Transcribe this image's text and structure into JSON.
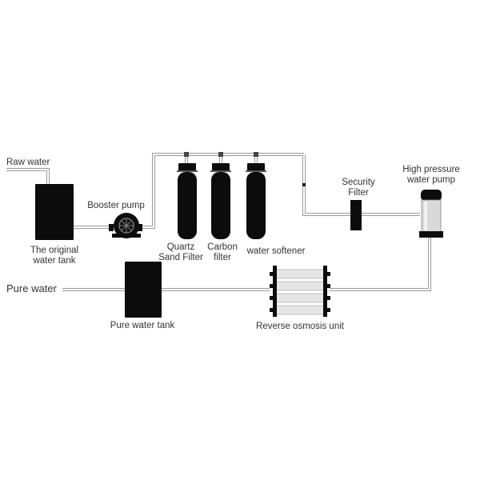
{
  "labels": {
    "raw_water": "Raw water",
    "original_tank_line1": "The original",
    "original_tank_line2": "water tank",
    "booster_pump": "Booster pump",
    "quartz_line1": "Quartz",
    "quartz_line2": "Sand Filter",
    "carbon_line1": "Carbon",
    "carbon_line2": "filter",
    "water_softener": "water softener",
    "security_line1": "Security",
    "security_line2": "Filter",
    "hp_pump_line1": "High pressure",
    "hp_pump_line2": "water pump",
    "pure_water": "Pure water",
    "pure_water_tank": "Pure water tank",
    "reverse_osmosis": "Reverse osmosis unit"
  },
  "colors": {
    "equipment": "#0c0c0c",
    "pipe_fill": "#ffffff",
    "pipe_edge": "#9a9a9a",
    "membrane": "#e6e6e6",
    "text": "#333333"
  }
}
